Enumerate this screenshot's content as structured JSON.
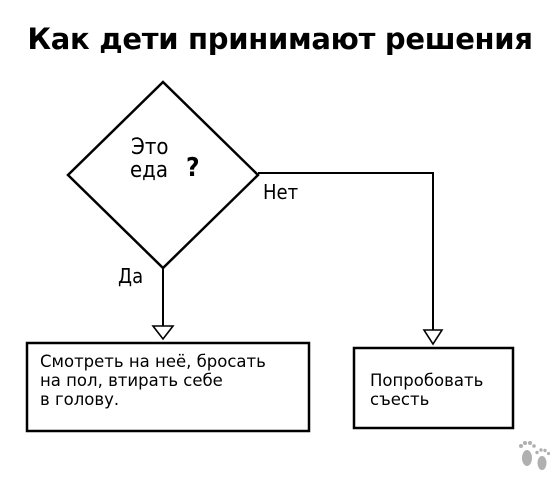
{
  "title": "Как дети принимают решения",
  "decision": {
    "line1": "Это",
    "line2": "еда",
    "mark": "?"
  },
  "branches": {
    "no_label": "Нет",
    "yes_label": "Да"
  },
  "outcomes": {
    "yes_text": "Смотреть на неё, бросать\nна пол, втирать себе\nв голову.",
    "no_text": "Попробовать\nсъесть"
  },
  "icons": {
    "brand": "footprints-icon"
  },
  "colors": {
    "ink": "#000000",
    "logo": "#b0b0b0"
  }
}
